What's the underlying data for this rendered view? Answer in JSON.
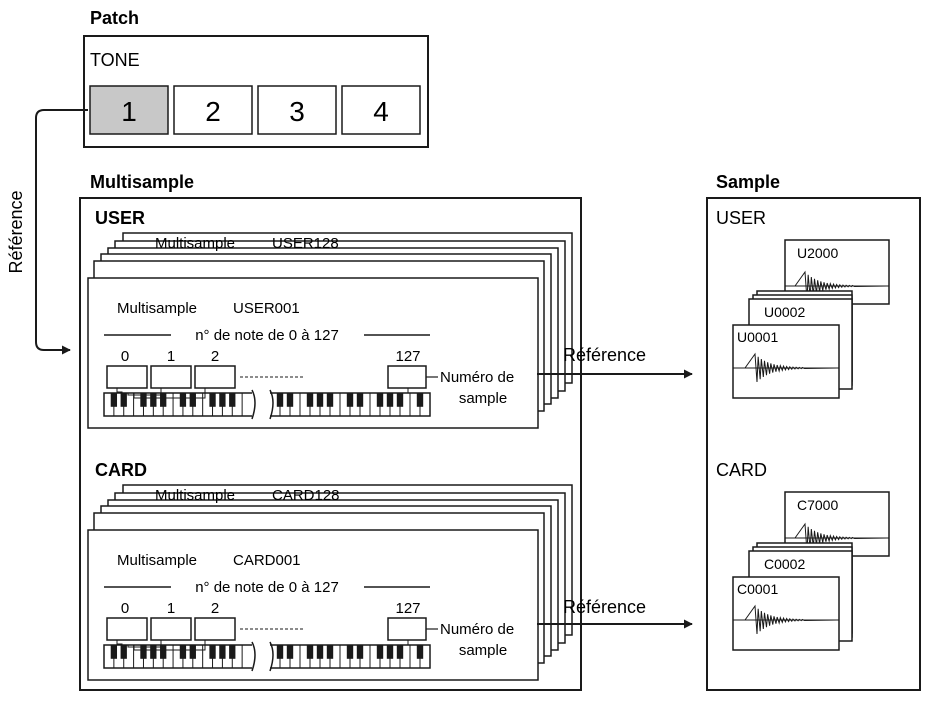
{
  "patch": {
    "heading": "Patch",
    "tone_label": "TONE",
    "tones": [
      "1",
      "2",
      "3",
      "4"
    ],
    "selected_color": "#c8c8c8"
  },
  "reference_label": "Référence",
  "multisample": {
    "heading": "Multisample",
    "banks": [
      {
        "name": "USER",
        "back_label": "Multisample",
        "back_id": "USER128",
        "front_label": "Multisample",
        "front_id": "USER001",
        "range_label": "n° de note de 0 à 127",
        "slots": [
          "0",
          "1",
          "2",
          "127"
        ],
        "sample_number_label": [
          "Numéro de",
          "sample"
        ]
      },
      {
        "name": "CARD",
        "back_label": "Multisample",
        "back_id": "CARD128",
        "front_label": "Multisample",
        "front_id": "CARD001",
        "range_label": "n° de note de 0 à 127",
        "slots": [
          "0",
          "1",
          "2",
          "127"
        ],
        "sample_number_label": [
          "Numéro de",
          "sample"
        ]
      }
    ]
  },
  "sample": {
    "heading": "Sample",
    "banks": [
      {
        "name": "USER",
        "back_id": "U2000",
        "mid_id": "U0002",
        "front_id": "U0001"
      },
      {
        "name": "CARD",
        "back_id": "C7000",
        "mid_id": "C0002",
        "front_id": "C0001"
      }
    ]
  },
  "colors": {
    "line": "#1a1a1a",
    "background": "#ffffff"
  }
}
